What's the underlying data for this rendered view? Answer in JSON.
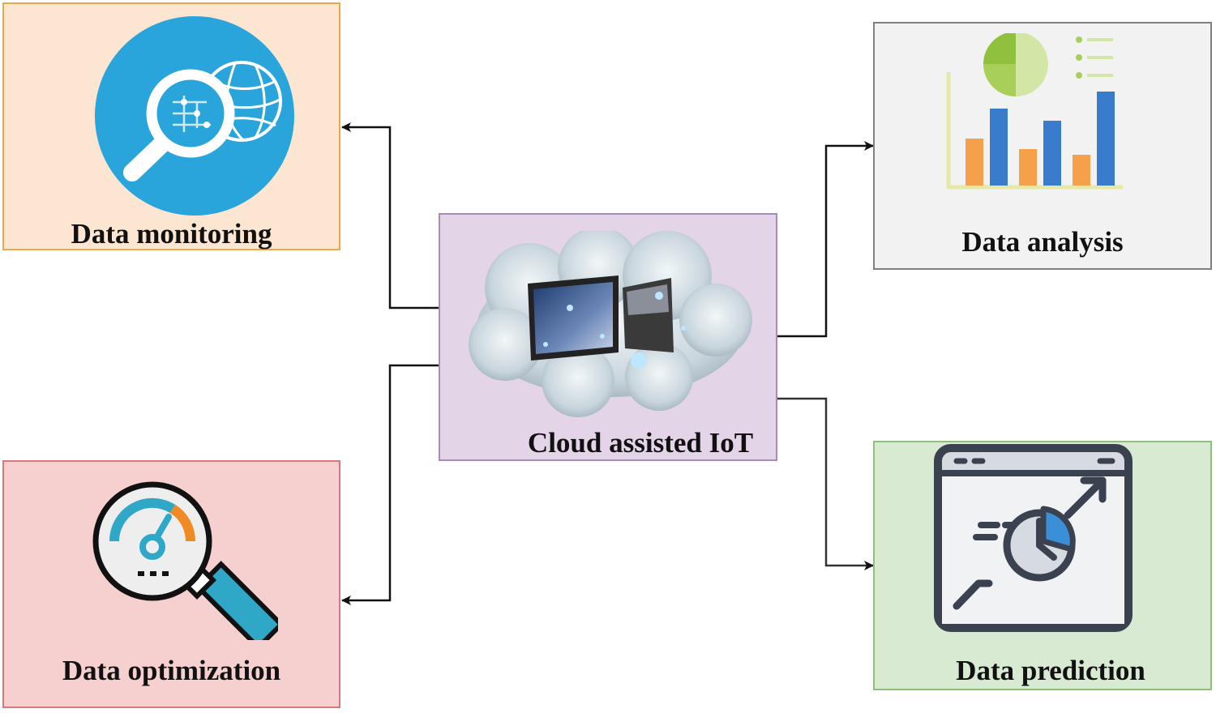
{
  "nodes": {
    "center": {
      "label": "Cloud assisted IoT",
      "icon": "cloud-computer-icon",
      "fill": "#e3d4e8",
      "border": "#a98bbb"
    },
    "monitoring": {
      "label": "Data monitoring",
      "icon": "magnifier-globe-icon",
      "fill": "#fde6d1",
      "border": "#e7a94a"
    },
    "analysis": {
      "label": "Data analysis",
      "icon": "bar-pie-chart-icon",
      "fill": "#f2f2f2",
      "border": "#7f7f7f"
    },
    "optimization": {
      "label": "Data optimization",
      "icon": "magnifier-gauge-icon",
      "fill": "#f6cfcf",
      "border": "#d9777a"
    },
    "prediction": {
      "label": "Data prediction",
      "icon": "browser-forecast-icon",
      "fill": "#d9ead3",
      "border": "#8fbf7f"
    }
  },
  "edges": [
    {
      "from": "Cloud assisted IoT",
      "to": "Data monitoring"
    },
    {
      "from": "Cloud assisted IoT",
      "to": "Data optimization"
    },
    {
      "from": "Cloud assisted IoT",
      "to": "Data analysis"
    },
    {
      "from": "Cloud assisted IoT",
      "to": "Data prediction"
    }
  ]
}
